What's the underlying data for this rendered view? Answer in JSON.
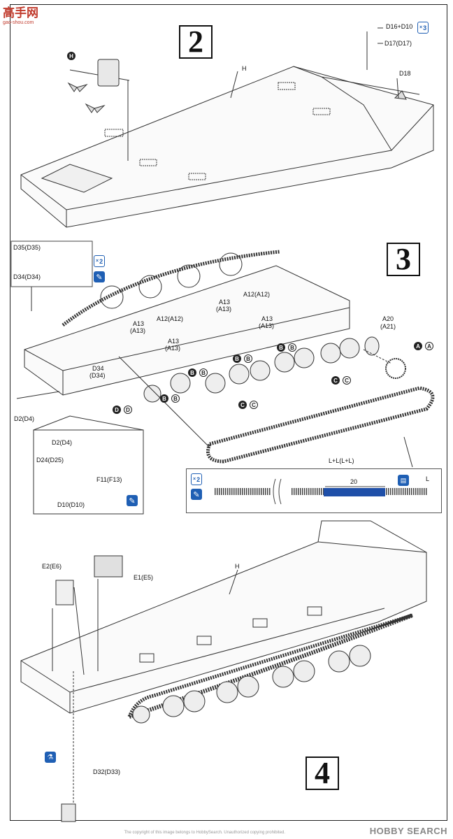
{
  "watermark": {
    "brand": "高手网",
    "url": "gao-shou.com"
  },
  "steps": [
    "2",
    "3",
    "4"
  ],
  "step2": {
    "labels": {
      "H_part": "H",
      "hull": "H",
      "d16_d10": "D16+D10",
      "d16_count": "3",
      "d17": "D17(D17)",
      "d18": "D18"
    }
  },
  "step3": {
    "inset_left": {
      "d35": "D35(D35)",
      "d34": "D34(D34)",
      "qty": "2"
    },
    "labels": {
      "a12_left": "A12(A12)",
      "a13_left_1": "A13",
      "a13_left_1p": "(A13)",
      "a13_left_2": "A13",
      "a13_left_2p": "(A13)",
      "a13_mid_1": "A13",
      "a13_mid_1p": "(A13)",
      "a12_right": "A12(A12)",
      "a13_mid_2": "A13",
      "a13_mid_2p": "(A13)",
      "a20": "A20",
      "a21": "(A21)",
      "d34": "D34",
      "d34p": "(D34)",
      "d2": "D2(D4)",
      "l_track": "L+L(L+L)"
    },
    "inset_bottom": {
      "d2": "D2(D4)",
      "d24": "D24(D25)",
      "f11": "F11(F13)",
      "d10": "D10(D10)"
    },
    "track_inset": {
      "qty": "2",
      "count": "20",
      "label": "L"
    },
    "circle_letters": {
      "A": "A",
      "B": "B",
      "C": "C",
      "D": "D"
    }
  },
  "step4": {
    "labels": {
      "e2": "E2(E6)",
      "e1": "E1(E5)",
      "hull": "H",
      "d32": "D32(D33)"
    }
  },
  "footer": {
    "brand": "HOBBY SEARCH",
    "copyright": "The copyright of this image belongs to HobbySearch. Unauthorized copying prohibited."
  }
}
